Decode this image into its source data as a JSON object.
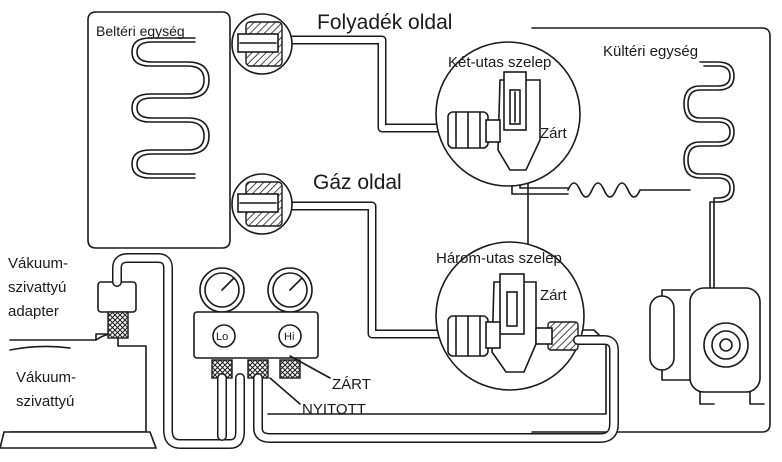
{
  "labels": {
    "indoor_unit": "Beltéri egység",
    "liquid_side": "Folyadék oldal",
    "two_way_valve": "Két-utas szelep",
    "outdoor_unit": "Kültéri egység",
    "closed_upper": "Zárt",
    "gas_side": "Gáz oldal",
    "three_way_valve": "Három-utas szelep",
    "closed_lower": "Zárt",
    "vacuum_adapter_line1": "Vákuum-",
    "vacuum_adapter_line2": "szivattyú",
    "vacuum_adapter_line3": "adapter",
    "vacuum_pump_line1": "Vákuum-",
    "vacuum_pump_line2": "szivattyú",
    "gauge_lo": "Lo",
    "gauge_hi": "Hi",
    "closed_caps": "ZÁRT",
    "open_caps": "NYITOTT"
  }
}
